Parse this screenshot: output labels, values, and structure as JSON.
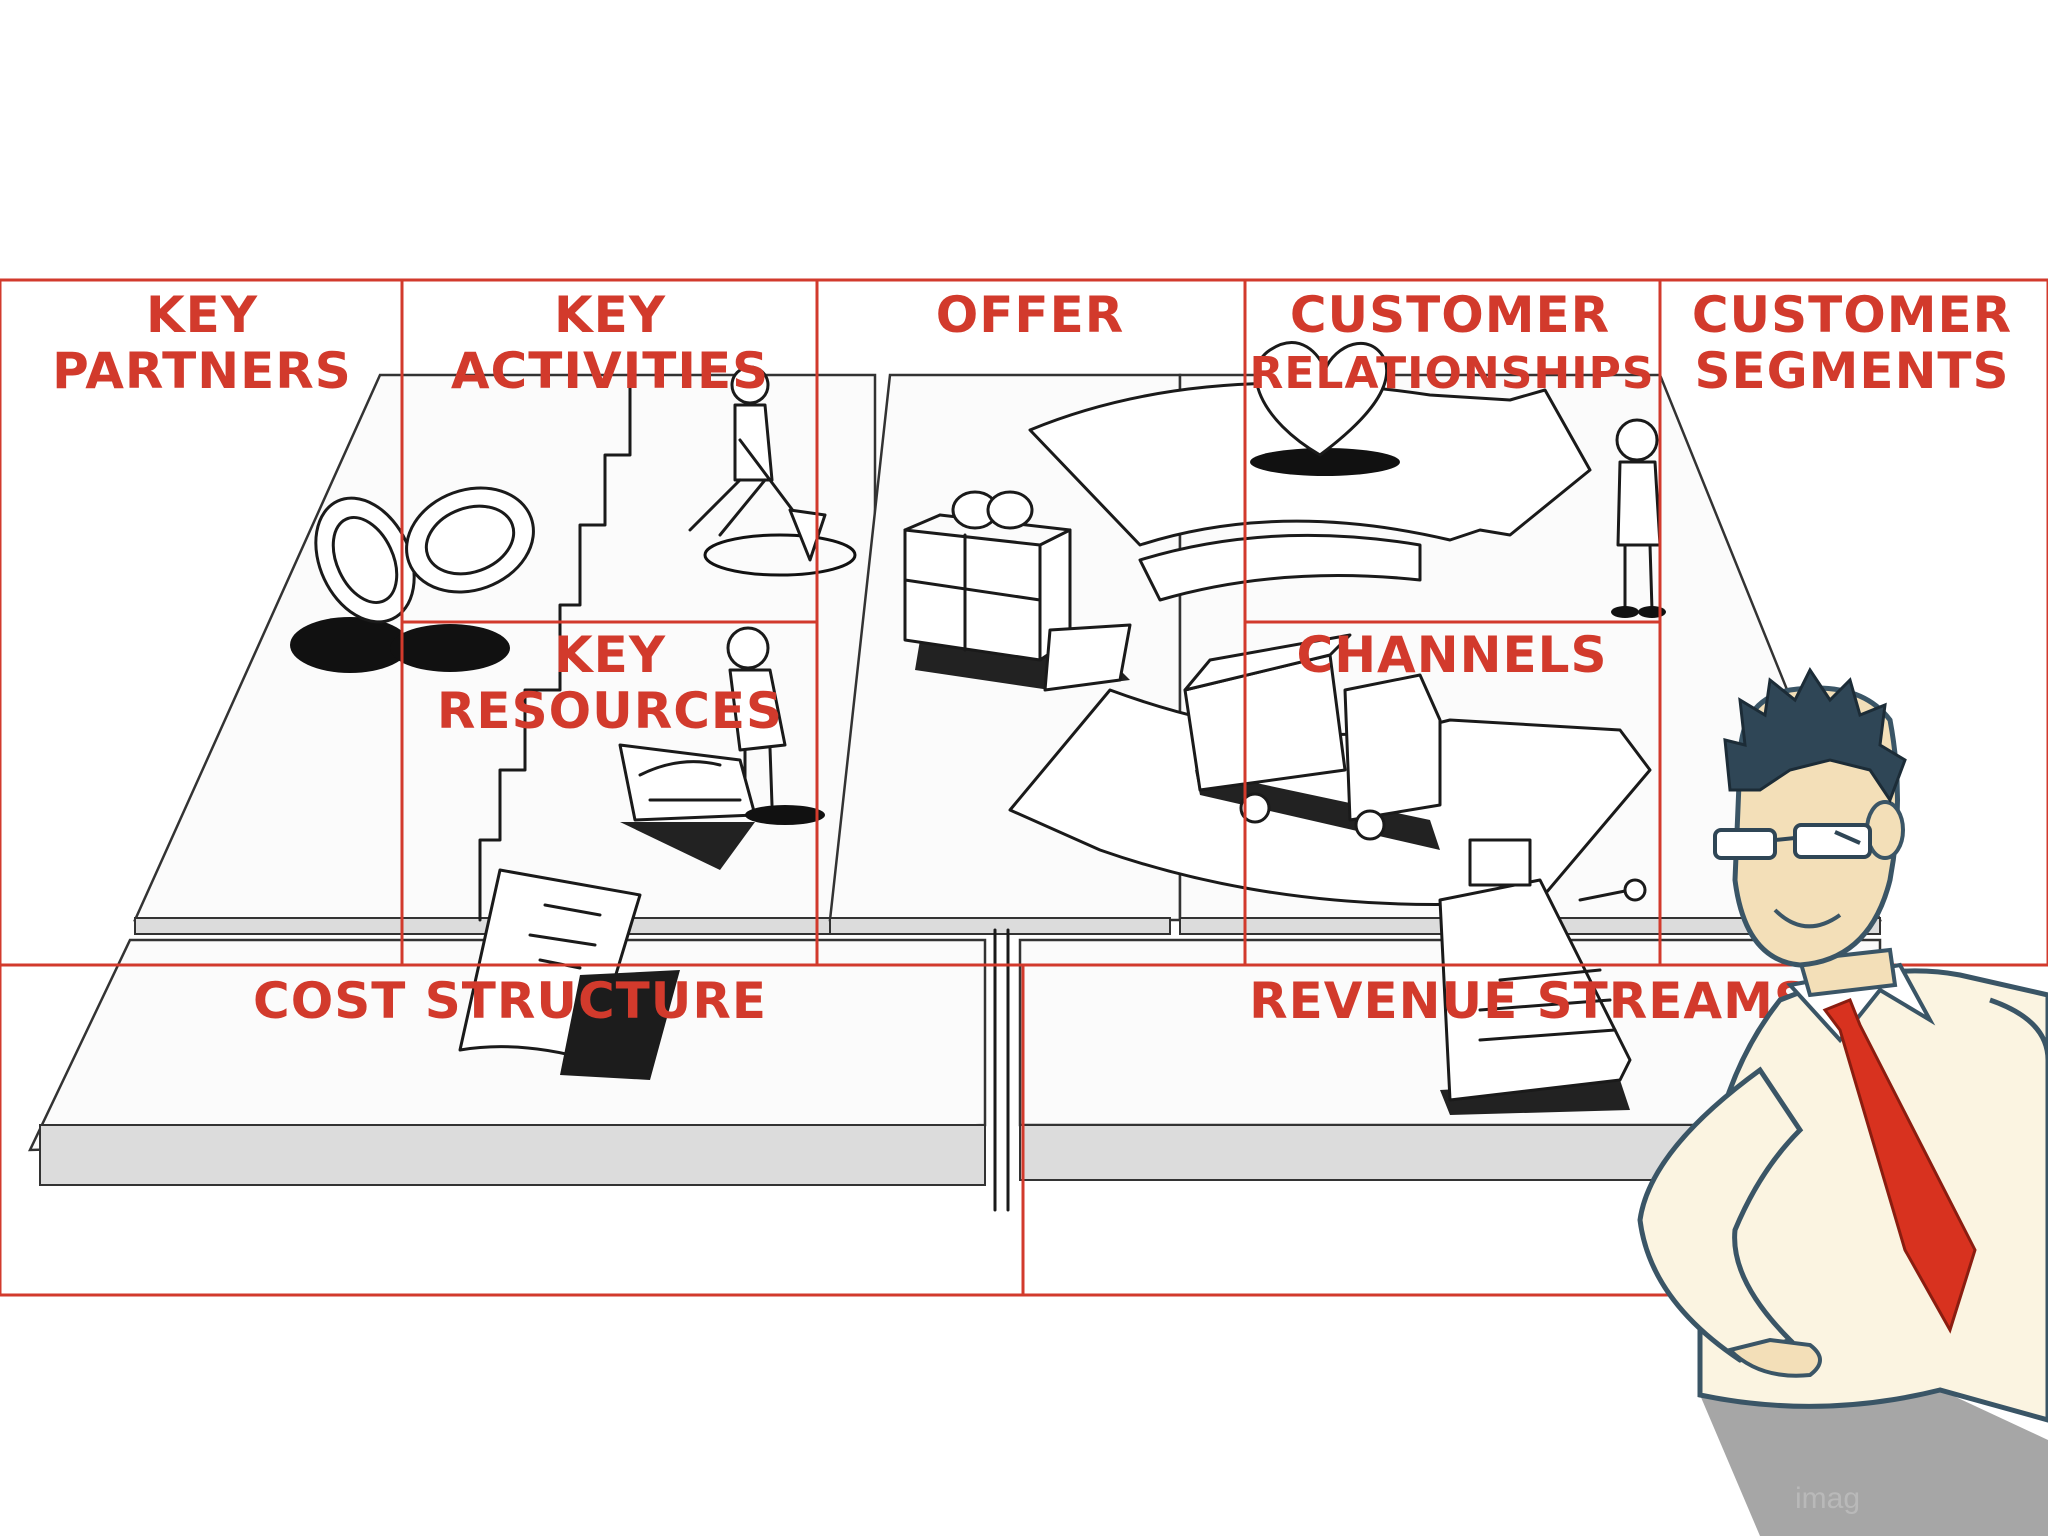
{
  "canvas": {
    "blocks": {
      "key_partners": [
        "KEY",
        "PARTNERS"
      ],
      "key_activities": [
        "KEY",
        "ACTIVITIES"
      ],
      "offer": [
        "OFFER"
      ],
      "customer_relationships": [
        "CUSTOMER",
        "RELATIONSHIPS"
      ],
      "customer_segments": [
        "CUSTOMER",
        "SEGMENTS"
      ],
      "key_resources": [
        "KEY",
        "RESOURCES"
      ],
      "channels": [
        "CHANNELS"
      ],
      "cost_structure": [
        "COST STRUCTURE"
      ],
      "revenue_streams": [
        "REVENUE STREAMS"
      ]
    },
    "grid_color": "#d23a2c",
    "label_color": "#d23a2c"
  },
  "illustrations": {
    "key_partners": "interlocked-rings-icon",
    "key_activities": "person-shoveling-icon",
    "key_resources": "person-with-machine-icon",
    "offer": "gift-box-icon",
    "customer_relationships": "heart-icon",
    "customer_segments": "standing-person-icon",
    "channels": "delivery-truck-icon",
    "cost_structure": "paper-document-icon",
    "revenue_streams": "cash-register-icon",
    "presenter": "businessman-with-tie-icon"
  },
  "watermark": "imag"
}
